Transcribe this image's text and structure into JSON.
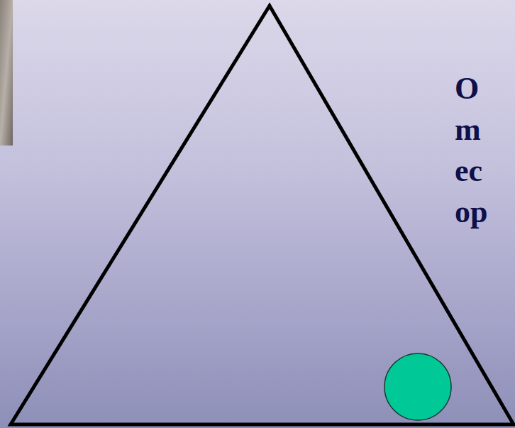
{
  "diagram": {
    "labels": [
      "O",
      "m",
      "ec",
      "op"
    ]
  }
}
